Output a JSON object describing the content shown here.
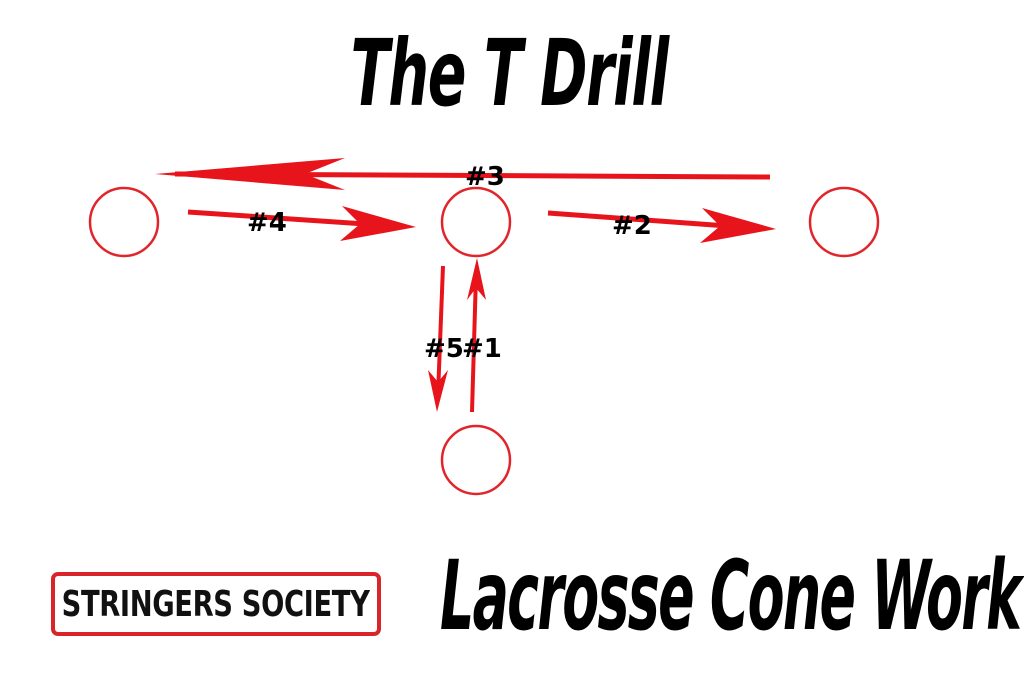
{
  "title": "The T Drill",
  "subtitle": "Lacrosse Cone Work",
  "logo": {
    "text": "STRINGERS SOCIETY",
    "border_color": "#d9252a"
  },
  "colors": {
    "arrow": "#e8141b",
    "cone_outline": "#e0262b",
    "text": "#000000"
  },
  "cones": [
    {
      "name": "left-cone"
    },
    {
      "name": "center-cone"
    },
    {
      "name": "right-cone"
    },
    {
      "name": "bottom-cone"
    }
  ],
  "steps": [
    {
      "label": "#1",
      "from": "bottom-cone",
      "to": "center-cone"
    },
    {
      "label": "#2",
      "from": "center-cone",
      "to": "right-cone"
    },
    {
      "label": "#3",
      "from": "right-cone",
      "to": "left-cone"
    },
    {
      "label": "#4",
      "from": "left-cone",
      "to": "center-cone"
    },
    {
      "label": "#5",
      "from": "center-cone",
      "to": "bottom-cone"
    }
  ]
}
